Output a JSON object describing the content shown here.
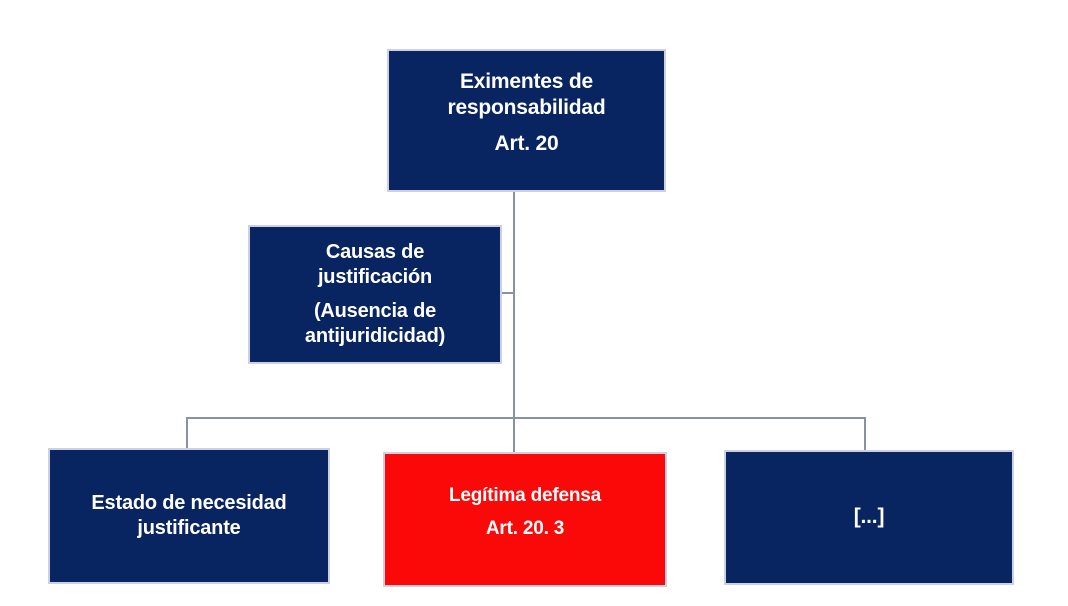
{
  "diagram": {
    "title": "Eximentes de responsabilidad — Causas de justificación",
    "background_color": "#ffffff",
    "colors": {
      "navy": "#082461",
      "red": "#fb0808",
      "line": "#8792a6",
      "box_border": "#ccd0e0",
      "text": "#ffffff"
    },
    "nodes": {
      "root": {
        "heading": "Eximentes de\nresponsabilidad",
        "article": "Art. 20"
      },
      "justificacion": {
        "heading": "Causas de\njustificación",
        "subtitle": "(Ausencia de\nantijuridicidad)"
      },
      "estado_necesidad": {
        "heading": "Estado de necesidad\njustificante"
      },
      "legitima_defensa": {
        "heading": "Legítima defensa",
        "article": "Art. 20. 3"
      },
      "etcetera": {
        "heading": "[...]"
      }
    }
  }
}
